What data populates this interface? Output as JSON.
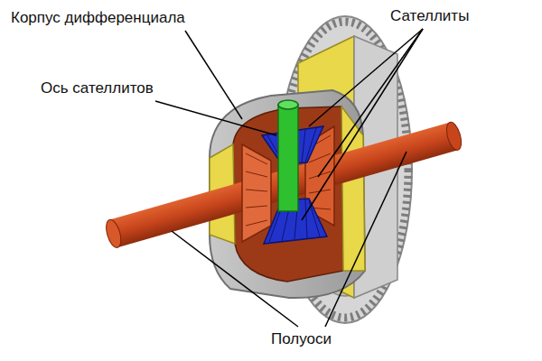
{
  "diagram": {
    "labels": [
      "Корпус дифференциала",
      "Сателлиты",
      "Ось сателлитов",
      "Полуоси"
    ]
  }
}
